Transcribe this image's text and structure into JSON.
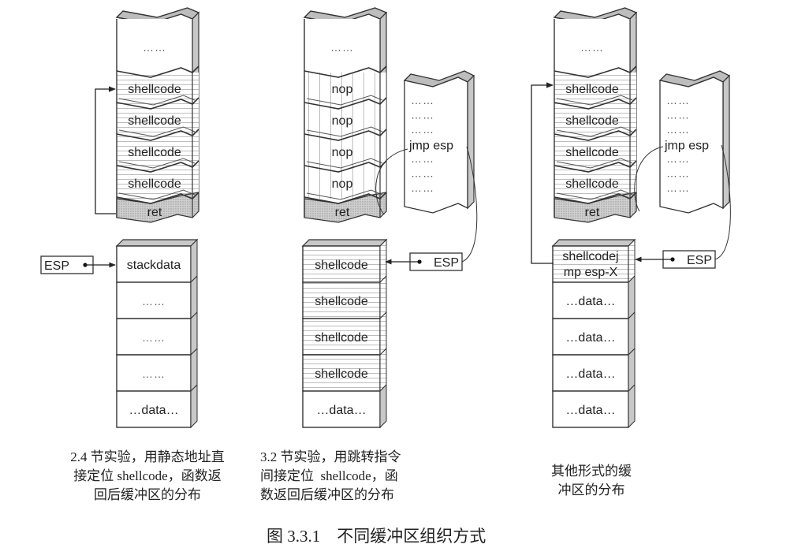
{
  "figure": {
    "title": "图 3.3.1    不同缓冲区组织方式"
  },
  "panels": [
    {
      "id": "static",
      "upper_stack": {
        "top_label": "……",
        "segments": [
          "shellcode",
          "shellcode",
          "shellcode",
          "shellcode"
        ],
        "ret_label": "ret"
      },
      "lower_stack": {
        "cells": [
          "stackdata",
          "……",
          "……",
          "……",
          "…data…"
        ]
      },
      "esp_label": "ESP",
      "caption": [
        "2.4 节实验，用静态地址直",
        "接定位 shellcode，函数返",
        "回后缓冲区的分布"
      ]
    },
    {
      "id": "jmp-esp",
      "upper_stack": {
        "top_label": "……",
        "segments": [
          "nop",
          "nop",
          "nop",
          "nop"
        ],
        "ret_label": "ret"
      },
      "module": {
        "lines": [
          "……",
          "……",
          "……",
          "jmp esp",
          "……",
          "……",
          "……"
        ]
      },
      "lower_stack": {
        "cells": [
          "shellcode",
          "shellcode",
          "shellcode",
          "shellcode",
          "…data…"
        ]
      },
      "esp_label": "ESP",
      "caption": [
        "3.2 节实验，用跳转指令",
        "间接定位  shellcode，函",
        "数返回后缓冲区的分布"
      ]
    },
    {
      "id": "other",
      "upper_stack": {
        "top_label": "……",
        "segments": [
          "shellcode",
          "shellcode",
          "shellcode",
          "shellcode"
        ],
        "ret_label": "ret"
      },
      "module": {
        "lines": [
          "……",
          "……",
          "……",
          "jmp esp",
          "……",
          "……",
          "……"
        ]
      },
      "lower_stack": {
        "cells": [
          "shellcodej\nmp esp-X",
          "…data…",
          "…data…",
          "…data…",
          "…data…"
        ]
      },
      "esp_label": "ESP",
      "caption": [
        "其他形式的缓",
        "冲区的分布"
      ]
    }
  ]
}
